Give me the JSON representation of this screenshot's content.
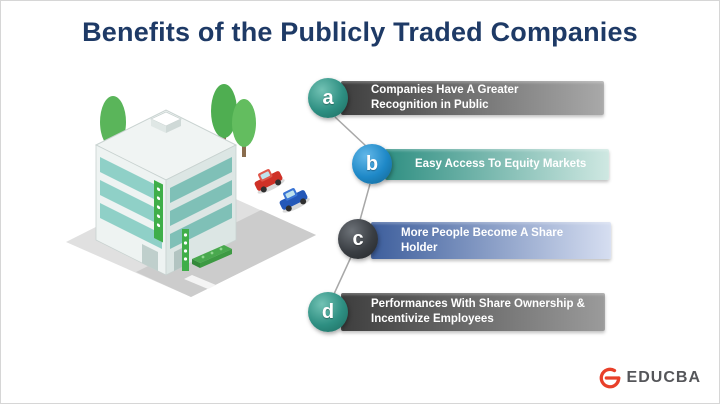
{
  "page": {
    "title": "Benefits of the Publicly Traded Companies"
  },
  "benefits": [
    {
      "letter": "a",
      "label": "Companies Have A Greater Recognition in Public"
    },
    {
      "letter": "b",
      "label": "Easy Access To Equity Markets"
    },
    {
      "letter": "c",
      "label": "More People Become A Share Holder"
    },
    {
      "letter": "d",
      "label": "Performances With Share Ownership & Incentivize Employees"
    }
  ],
  "colors": {
    "title_navy": "#1e3a66",
    "marker_teal": "#2e8f82",
    "marker_blue": "#1e88c7",
    "marker_charcoal": "#3a3e43",
    "bar_gray_dark": "#3e3e3e",
    "bar_gray_light": "#a9a9a9",
    "bar_teal_dark": "#2f8f82",
    "bar_teal_light": "#cfe8e2",
    "bar_blue_dark": "#3d5e9c",
    "bar_blue_light": "#d6def1",
    "logo_red": "#e8402a"
  },
  "logo": {
    "text": "EDUCBA"
  }
}
